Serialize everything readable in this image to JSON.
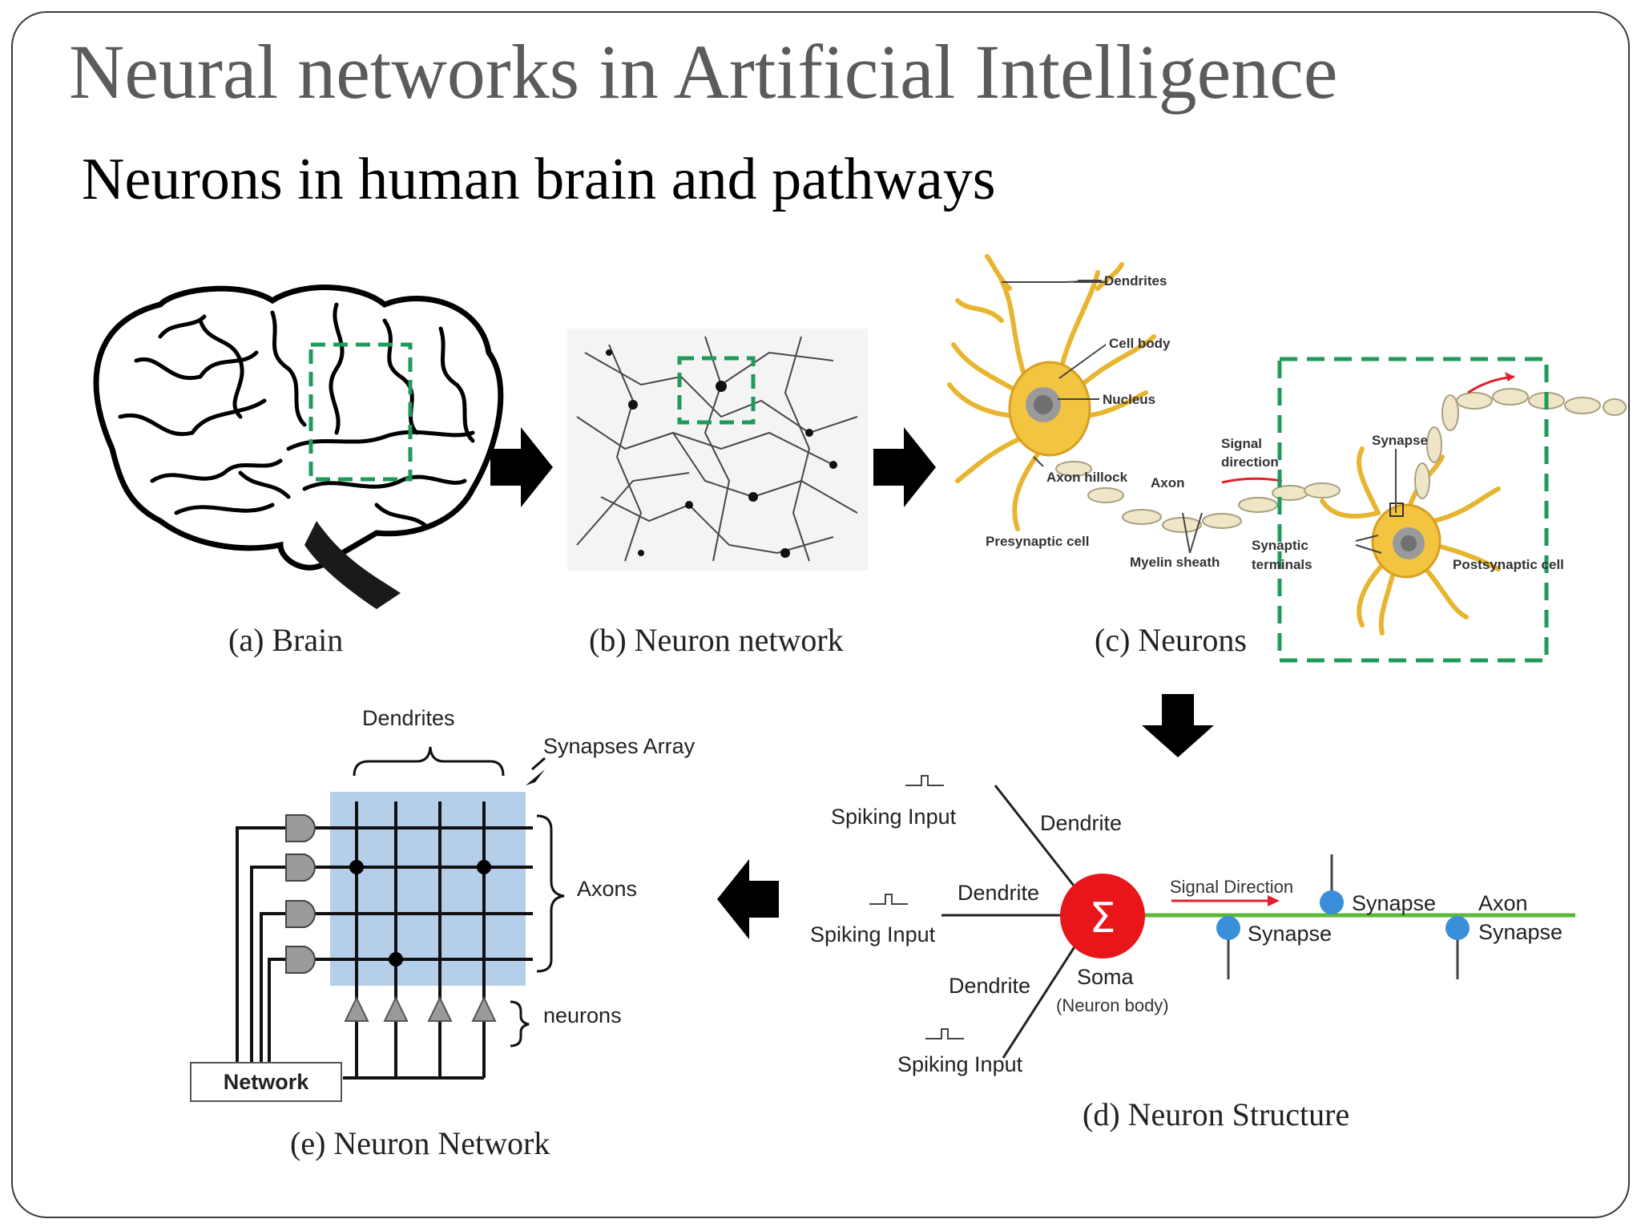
{
  "slide": {
    "title": "Neural networks in Artificial Intelligence",
    "subtitle": "Neurons in human brain and pathways"
  },
  "captions": {
    "a": "(a) Brain",
    "b": "(b) Neuron network",
    "c": "(c) Neurons",
    "d": "(d) Neuron Structure",
    "e": "(e) Neuron Network"
  },
  "neuron_labels": {
    "dendrites": "Dendrites",
    "cell_body": "Cell body",
    "nucleus": "Nucleus",
    "axon_hillock": "Axon hillock",
    "axon": "Axon",
    "signal": "Signal",
    "direction": "direction",
    "synapse": "Synapse",
    "presynaptic": "Presynaptic cell",
    "myelin": "Myelin sheath",
    "synaptic": "Synaptic",
    "terminals": "terminals",
    "postsynaptic": "Postsynaptic cell"
  },
  "structure_labels": {
    "spiking_input": "Spiking Input",
    "dendrite": "Dendrite",
    "sigma": "Σ",
    "soma": "Soma",
    "neuron_body": "(Neuron body)",
    "signal_direction": "Signal Direction",
    "synapse": "Synapse",
    "axon": "Axon"
  },
  "network_labels": {
    "dendrites": "Dendrites",
    "synapses_array": "Synapses Array",
    "axons": "Axons",
    "neurons": "neurons",
    "network": "Network"
  },
  "colors": {
    "highlight_dash": "#1e9a5a",
    "arrow": "#000000",
    "soma": "#e8161a",
    "synapse_dot": "#3a8fd8",
    "axon_line": "#5cb83a",
    "signal_arrow": "#e0202a",
    "array_fill": "#b5cfea",
    "neuron_fill": "#f3c440"
  }
}
